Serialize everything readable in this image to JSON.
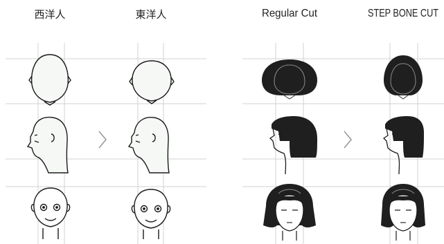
{
  "left_panel": {
    "col1_title": "西洋人",
    "col2_title": "東洋人"
  },
  "right_panel": {
    "col1_title": "Regular Cut",
    "col2_title": "STEP BONE CUT"
  },
  "icons": [
    "chevron-right-icon",
    "chevron-right-icon"
  ],
  "colors": {
    "hair": "#1f1f1f",
    "skin": "#f6f8f6",
    "line": "#1a1a1a",
    "grid": "#cfcfcf"
  }
}
